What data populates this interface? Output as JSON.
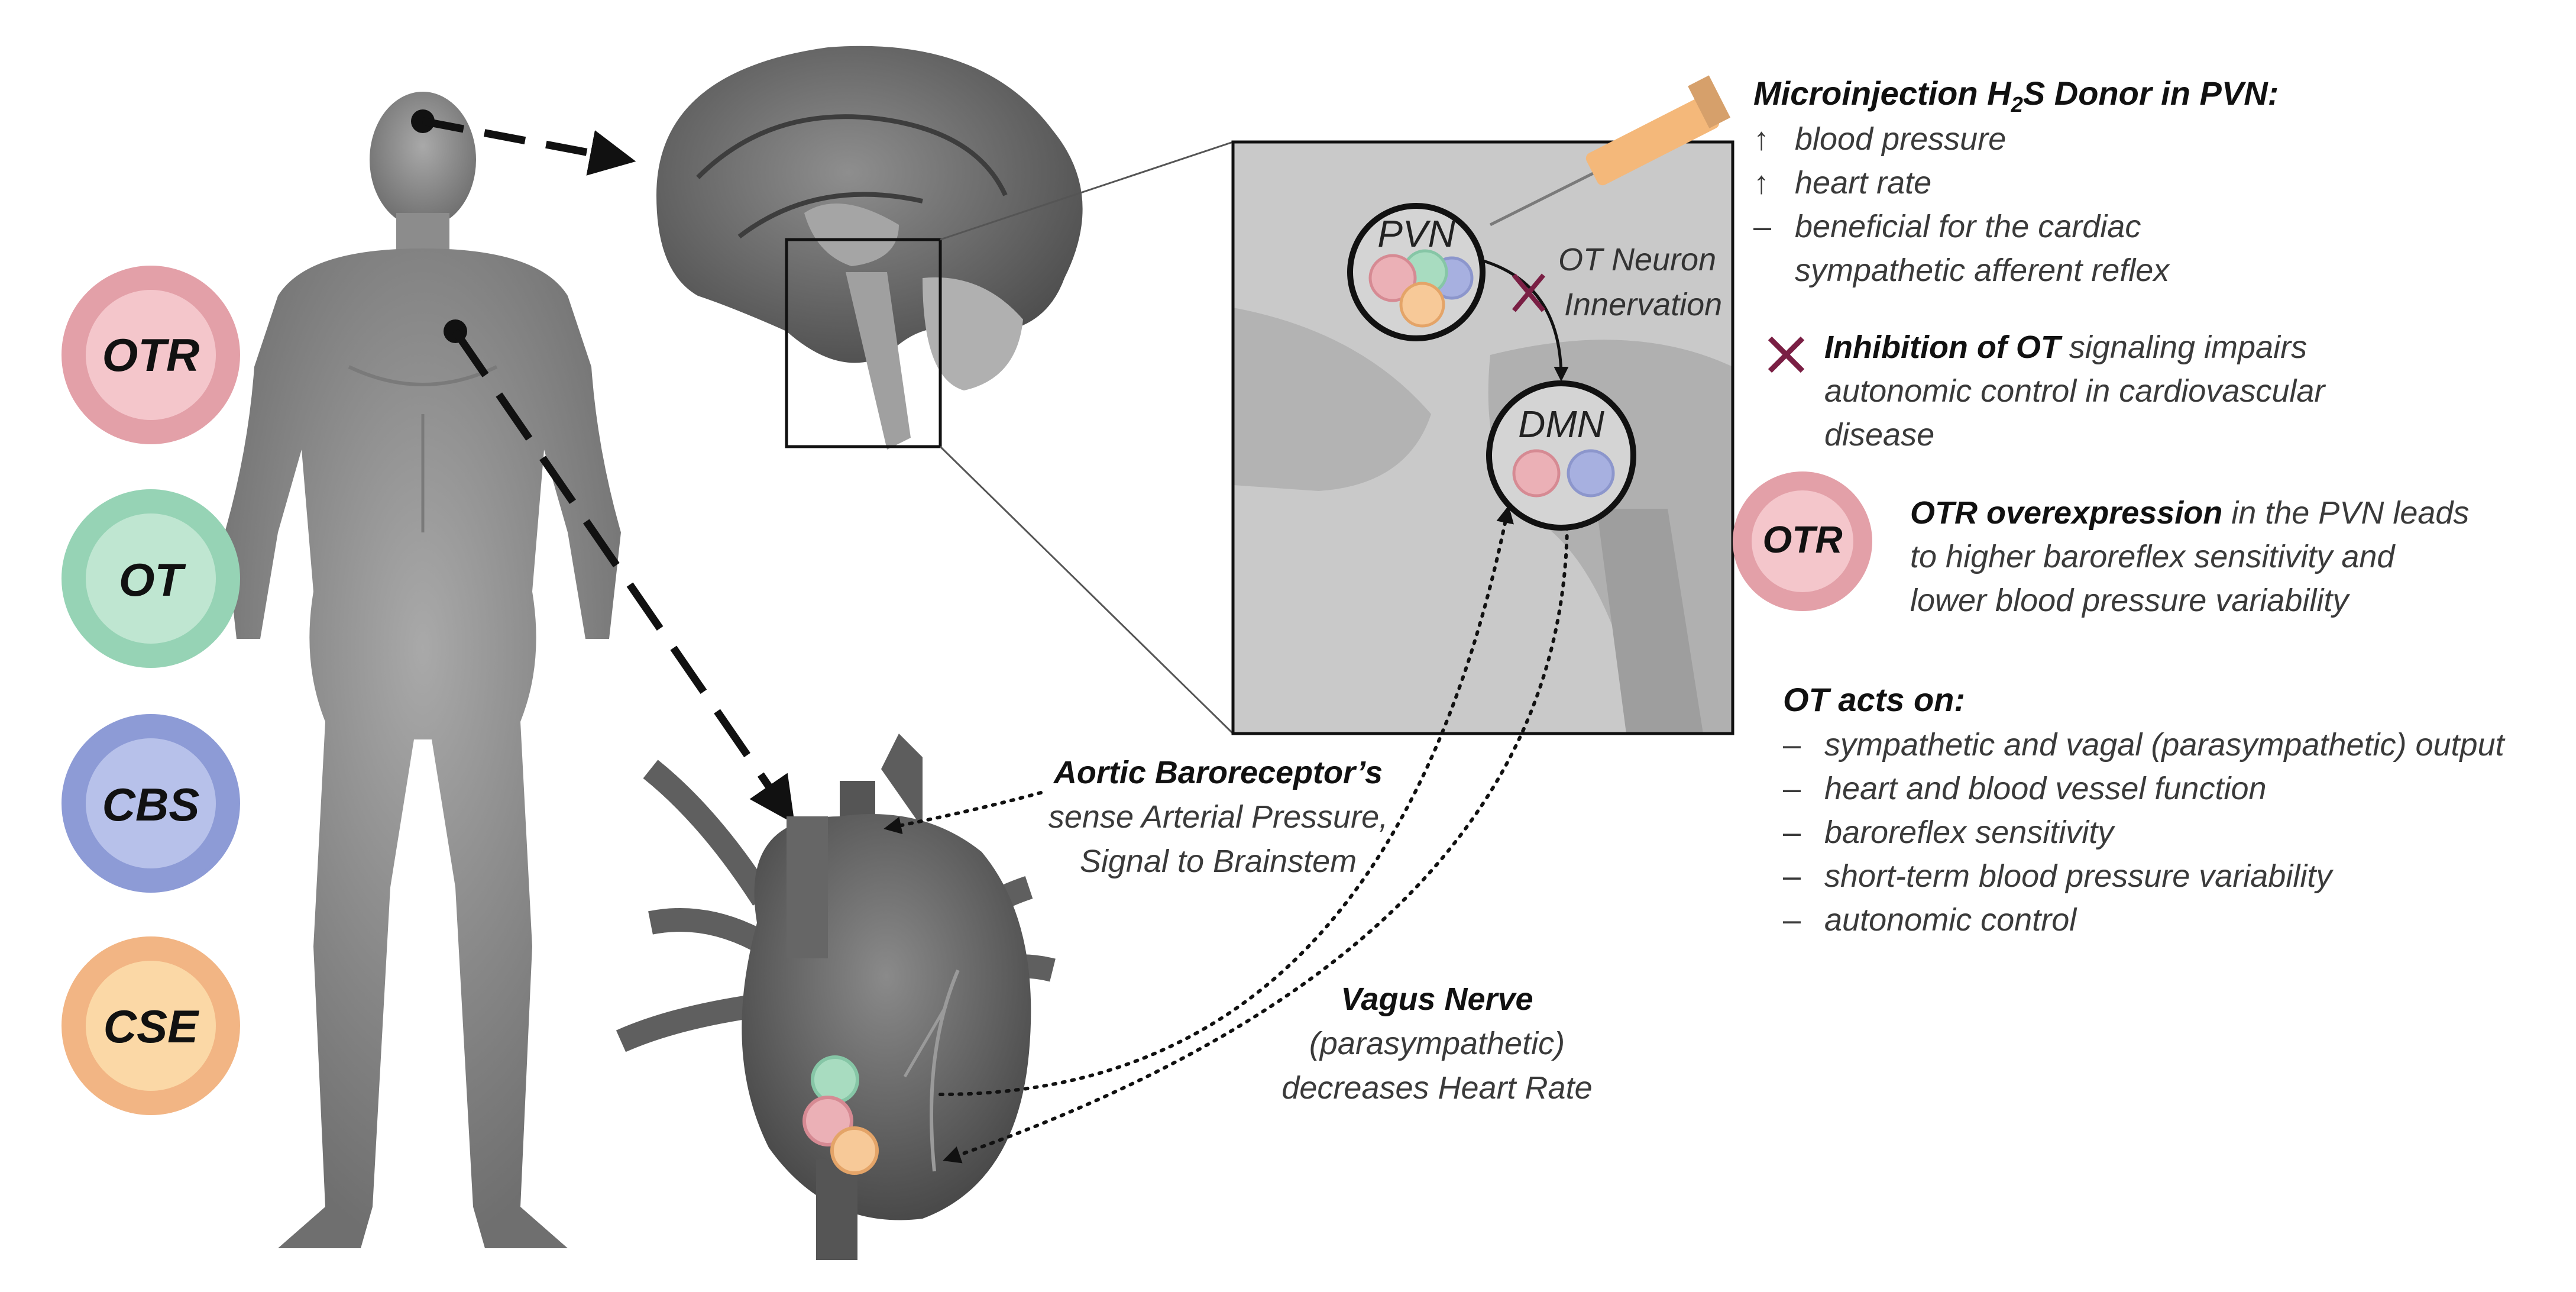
{
  "badges": [
    {
      "label": "OTR",
      "color": "#e3a0a8",
      "inner": "#f4c6cb"
    },
    {
      "label": "OT",
      "color": "#96d3b5",
      "inner": "#bfe6d1"
    },
    {
      "label": "CBS",
      "color": "#8d9bd6",
      "inner": "#b7c1ea"
    },
    {
      "label": "CSE",
      "color": "#f2b584",
      "inner": "#fbd8a6"
    }
  ],
  "zoom_nodes": {
    "pvn": "PVN",
    "dmn": "DMN",
    "innervation_line1": "OT Neuron",
    "innervation_line2": "Innervation"
  },
  "heart_labels": {
    "aortic_line1": "Aortic Baroreceptor’s",
    "aortic_line2": "sense Arterial Pressure,",
    "aortic_line3": "Signal to Brainstem",
    "vagus_line1": "Vagus Nerve",
    "vagus_line2": "(parasympathetic)",
    "vagus_line3": "decreases Heart Rate"
  },
  "microinjection": {
    "title_prefix": "Microinjection H",
    "title_sub": "2",
    "title_suffix": "S Donor in PVN:",
    "items": [
      {
        "mark": "↑",
        "text": "blood pressure"
      },
      {
        "mark": "↑",
        "text": "heart rate"
      },
      {
        "mark": "–",
        "text": "beneficial for the cardiac"
      }
    ],
    "continuation": "sympathetic afferent reflex"
  },
  "inhibition": {
    "bold": "Inhibition of OT",
    "line1_rest": " signaling impairs",
    "line2": "autonomic control in cardiovascular",
    "line3": "disease"
  },
  "overexpression": {
    "badge": "OTR",
    "bold": "OTR overexpression",
    "line1_rest": " in the PVN leads",
    "line2": "to higher baroreflex sensitivity and",
    "line3": "lower blood pressure variability"
  },
  "ot_acts": {
    "title": "OT acts on:",
    "items": [
      "sympathetic and vagal (parasympathetic) output",
      "heart and blood vessel function",
      "baroreflex sensitivity",
      "short-term blood pressure variability",
      "autonomic control"
    ]
  },
  "colors": {
    "otr": "#e8aab0",
    "ot": "#a4d8be",
    "cbs": "#9fa9dd",
    "cse": "#f5c491",
    "inhibit_x": "#7a1f44",
    "body_gray": "#8a8a8a"
  }
}
